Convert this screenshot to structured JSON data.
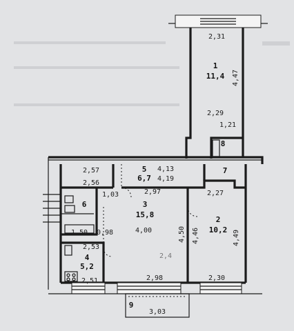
{
  "rooms": [
    {
      "number": "1",
      "area": "11,4"
    },
    {
      "number": "2",
      "area": "10,2"
    },
    {
      "number": "3",
      "area": "15,8"
    },
    {
      "number": "4",
      "area": "5,2"
    },
    {
      "number": "5",
      "area": "6,7"
    },
    {
      "number": "6",
      "area": ""
    },
    {
      "number": "7",
      "area": ""
    },
    {
      "number": "8",
      "area": ""
    },
    {
      "number": "9",
      "area": ""
    }
  ],
  "dimensions": {
    "top_width": "2,31",
    "room1_right": "4,47",
    "room1_lower": "2,29",
    "step": "1,21",
    "corridor_top_left": "2,57",
    "corridor_top_right": "4,13",
    "corridor_bottom_left": "2,56",
    "corridor_bottom_right": "4,19",
    "room3_top": "2,97",
    "room2_top": "2,27",
    "small": "1,03",
    "bath_width": "1,50",
    "bath_side": "0,98",
    "room3_inner": "4,00",
    "room3_right": "4,50",
    "room2_left": "4,46",
    "room2_right": "4,49",
    "room4_top": "2,53",
    "room4_bottom": "2,51",
    "room3_bottom": "2,98",
    "room2_bottom": "2,30",
    "balcony_bottom": "3,03",
    "room3_faint": "2,4"
  }
}
